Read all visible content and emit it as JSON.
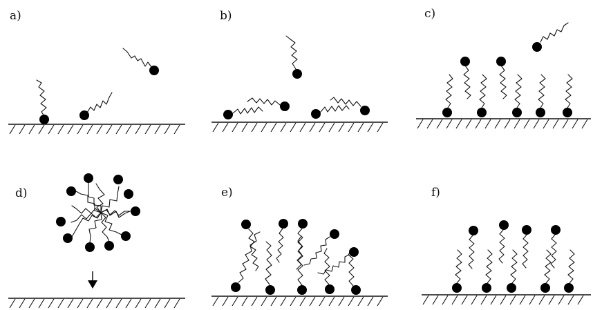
{
  "figure": {
    "panels": [
      {
        "id": "a",
        "label": "a)"
      },
      {
        "id": "b",
        "label": "b)"
      },
      {
        "id": "c",
        "label": "c)"
      },
      {
        "id": "d",
        "label": "d)"
      },
      {
        "id": "e",
        "label": "e)"
      },
      {
        "id": "f",
        "label": "f)"
      }
    ]
  },
  "colors": {
    "ink": "#111111",
    "head_fill": "#000000",
    "background": "#ffffff"
  }
}
